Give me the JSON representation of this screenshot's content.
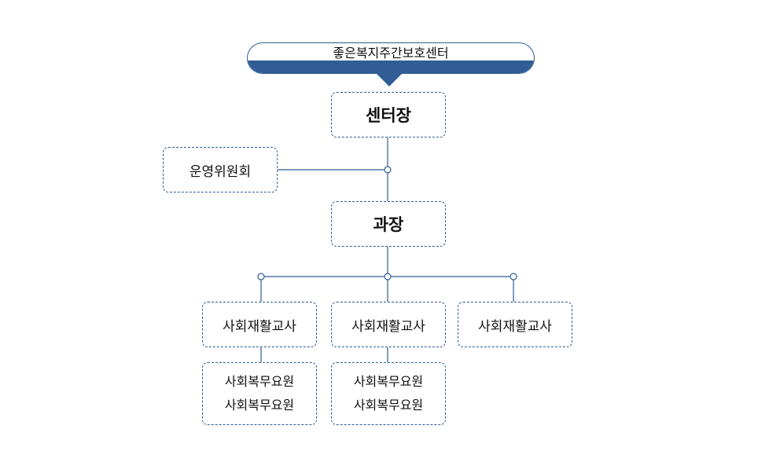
{
  "banner": {
    "title": "좋은복지주간보호센터"
  },
  "nodes": {
    "head": "센터장",
    "committee": "운영위원회",
    "manager": "과장",
    "teacher_1": "사회재활교사",
    "teacher_2": "사회재활교사",
    "teacher_3": "사회재활교사",
    "worker_group_1": [
      "사회복무요원",
      "사회복무요원"
    ],
    "worker_group_2": [
      "사회복무요원",
      "사회복무요원"
    ]
  },
  "colors": {
    "accent": "#2f5d94",
    "line": "#2f5d94"
  }
}
